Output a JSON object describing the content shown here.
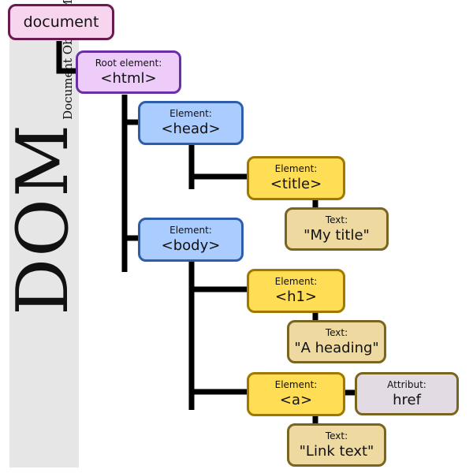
{
  "sidebar": {
    "big_label": "DOM",
    "small_label": "Document Object Model"
  },
  "nodes": {
    "document": {
      "label": "document"
    },
    "root": {
      "kind": "Root element:",
      "label": "<html>"
    },
    "head": {
      "kind": "Element:",
      "label": "<head>"
    },
    "title": {
      "kind": "Element:",
      "label": "<title>"
    },
    "title_text": {
      "kind": "Text:",
      "label": "\"My title\""
    },
    "body": {
      "kind": "Element:",
      "label": "<body>"
    },
    "h1": {
      "kind": "Element:",
      "label": "<h1>"
    },
    "h1_text": {
      "kind": "Text:",
      "label": "\"A heading\""
    },
    "a": {
      "kind": "Element:",
      "label": "<a>"
    },
    "a_attr": {
      "kind": "Attribut:",
      "label": "href"
    },
    "a_text": {
      "kind": "Text:",
      "label": "\"Link text\""
    }
  },
  "colors": {
    "document_fill": "#f7d5ee",
    "root_fill": "#eeccfa",
    "head_body_fill": "#aaccff",
    "element_fill": "#ffdd55",
    "text_fill": "#eed9a0",
    "attribute_fill": "#e3dbe3",
    "connector": "#000000"
  }
}
